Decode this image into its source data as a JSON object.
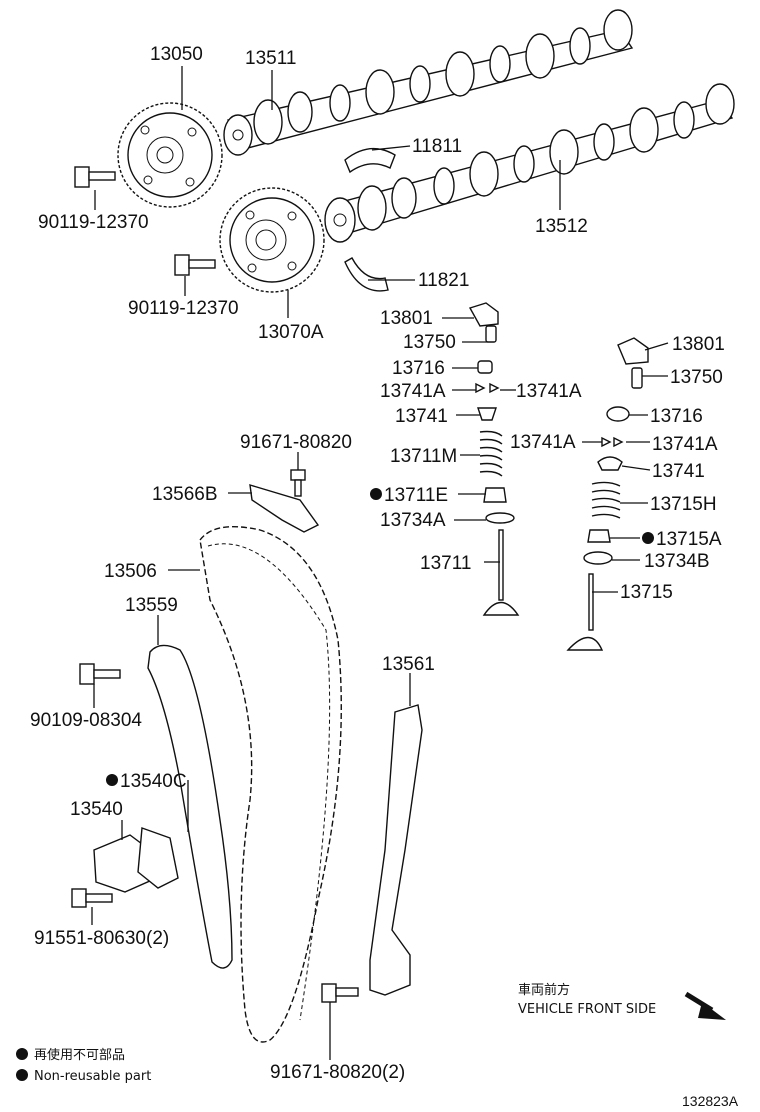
{
  "parts": {
    "p13050": "13050",
    "p13511": "13511",
    "p11811": "11811",
    "p90119a": "90119-12370",
    "p13512": "13512",
    "p11821": "11821",
    "p90119b": "90119-12370",
    "p13070A": "13070A",
    "p13801a": "13801",
    "p13750a": "13750",
    "p13716a": "13716",
    "p13741Aa": "13741A",
    "p13741Ab": "13741A",
    "p13741a": "13741",
    "p13711M": "13711M",
    "p13711E": "13711E",
    "p13734A": "13734A",
    "p13711": "13711",
    "p13801b": "13801",
    "p13750b": "13750",
    "p13716b": "13716",
    "p13741Ac": "13741A",
    "p13741Ad": "13741A",
    "p13741b": "13741",
    "p13715H": "13715H",
    "p13715A": "13715A",
    "p13734B": "13734B",
    "p13715": "13715",
    "p91671a": "91671-80820",
    "p13566B": "13566B",
    "p13506": "13506",
    "p13559": "13559",
    "p90109": "90109-08304",
    "p13540C": "13540C",
    "p13540": "13540",
    "p91551": "91551-80630(2)",
    "p13561": "13561",
    "p91671b": "91671-80820(2)"
  },
  "direction": {
    "jp": "車両前方",
    "en": "VEHICLE FRONT SIDE"
  },
  "legend": {
    "jp": "再使用不可部品",
    "en": "Non-reusable part"
  },
  "diagram_id": "132823A"
}
